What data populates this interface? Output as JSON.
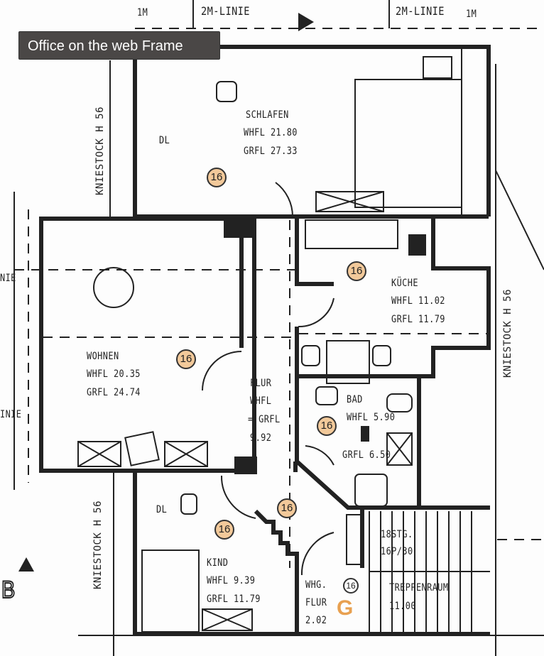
{
  "tooltip": {
    "text": "Office on the web Frame"
  },
  "dimensions": {
    "top_left_1m": "1M",
    "top_2m_left": "2M-LINIE",
    "top_2m_right": "2M-LINIE",
    "top_right_1m": "1M",
    "left_linie_upper": "NIE",
    "left_linie_lower": "INIE"
  },
  "kniestock": {
    "left_upper": "KNIESTOCK  H 56",
    "right": "KNIESTOCK  H 56",
    "left_lower": "KNIESTOCK  H 56"
  },
  "rooms": {
    "schlafen": {
      "name": "SCHLAFEN",
      "whfl": "WHFL  21.80",
      "grfl": "GRFL  27.33",
      "badge": "16",
      "dl": "DL"
    },
    "kueche": {
      "name": "KÜCHE",
      "whfl": "WHFL  11.02",
      "grfl": "GRFL  11.79",
      "badge": "16"
    },
    "wohnen": {
      "name": "WOHNEN",
      "whfl": "WHFL  20.35",
      "grfl": "GRFL   24.74",
      "badge": "16"
    },
    "flur": {
      "name": "FLUR",
      "whfl": "WHFL",
      "grfl": "= GRFL",
      "value": "9.92",
      "badge": "16"
    },
    "bad": {
      "name": "BAD",
      "whfl": "WHFL  5.90",
      "grfl": "GRFL  6.50",
      "badge": "16"
    },
    "kind": {
      "name": "KIND",
      "whfl": "WHFL  9.39",
      "grfl": "GRFL  11.79",
      "badge": "16",
      "dl": "DL"
    },
    "whg_flur": {
      "name": "WHG.",
      "name2": "FLUR",
      "value": "2.02",
      "badge": "16"
    },
    "treppenraum": {
      "steps": "18STG.",
      "ratio": "16P/30",
      "name": "TREPPENRAUM",
      "value": "11.00"
    },
    "stair_badge": "16"
  },
  "markers": {
    "section": "B",
    "gas": "G"
  },
  "colors": {
    "badge": "#f2c99a",
    "tooltip_bg": "#4a4746",
    "gas": "#e8a050"
  }
}
